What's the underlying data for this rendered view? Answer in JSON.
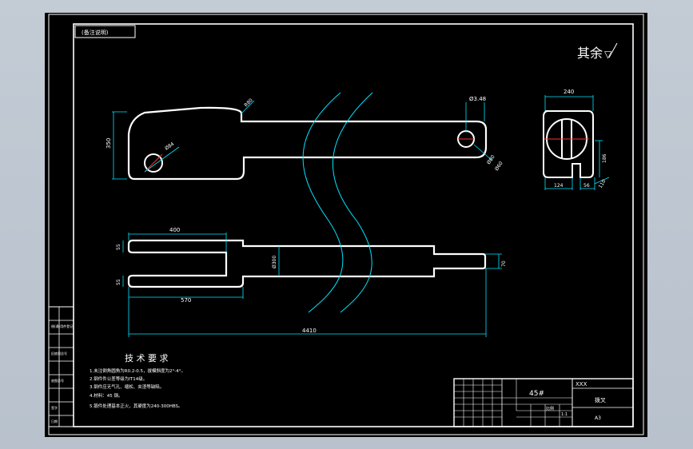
{
  "title_box": {
    "text": "(备注说明)"
  },
  "roughness": {
    "label": "其余",
    "symbol": "▽"
  },
  "dimensions": {
    "height_left": "350",
    "hole_dia_left": "Ø84",
    "radius_top": "R80",
    "hole_dia_right_top": "Ø3.48",
    "hole_dia_right_bottom": "Ø80",
    "hole_dia_right_small": "Ø60",
    "side_width": "240",
    "side_height": "186",
    "side_gap_left": "124",
    "side_gap_right": "56",
    "side_small": "110",
    "slot_length": "400",
    "fork_upper": "55",
    "fork_lower": "55",
    "rod_dia": "Ø300",
    "tip_height": "70",
    "slot_depth": "570",
    "total_length": "4410"
  },
  "tech_requirements": {
    "title": "技 术 要 求",
    "items": [
      "1.未注倒角圆角为R0.2-0.5，拔模斜度为2°-4°。",
      "2.钢件件公差等级为IT14级。",
      "3.钢件应无气孔、缩松、夹渣等缺陷。",
      "4.材料：45 钢。",
      "5.锻件处理基本正火，其硬度为240-300HBS。"
    ]
  },
  "left_side_labels": [
    "借(通)用件登记",
    "",
    "旧底图总号",
    "",
    "底图总号",
    "",
    "签字",
    "",
    "日期"
  ],
  "title_block": {
    "material": "45#",
    "company": "XXX",
    "part_name": "拨叉",
    "scale_label": "比例",
    "scale": "1:1",
    "sheet_no": "A3"
  }
}
